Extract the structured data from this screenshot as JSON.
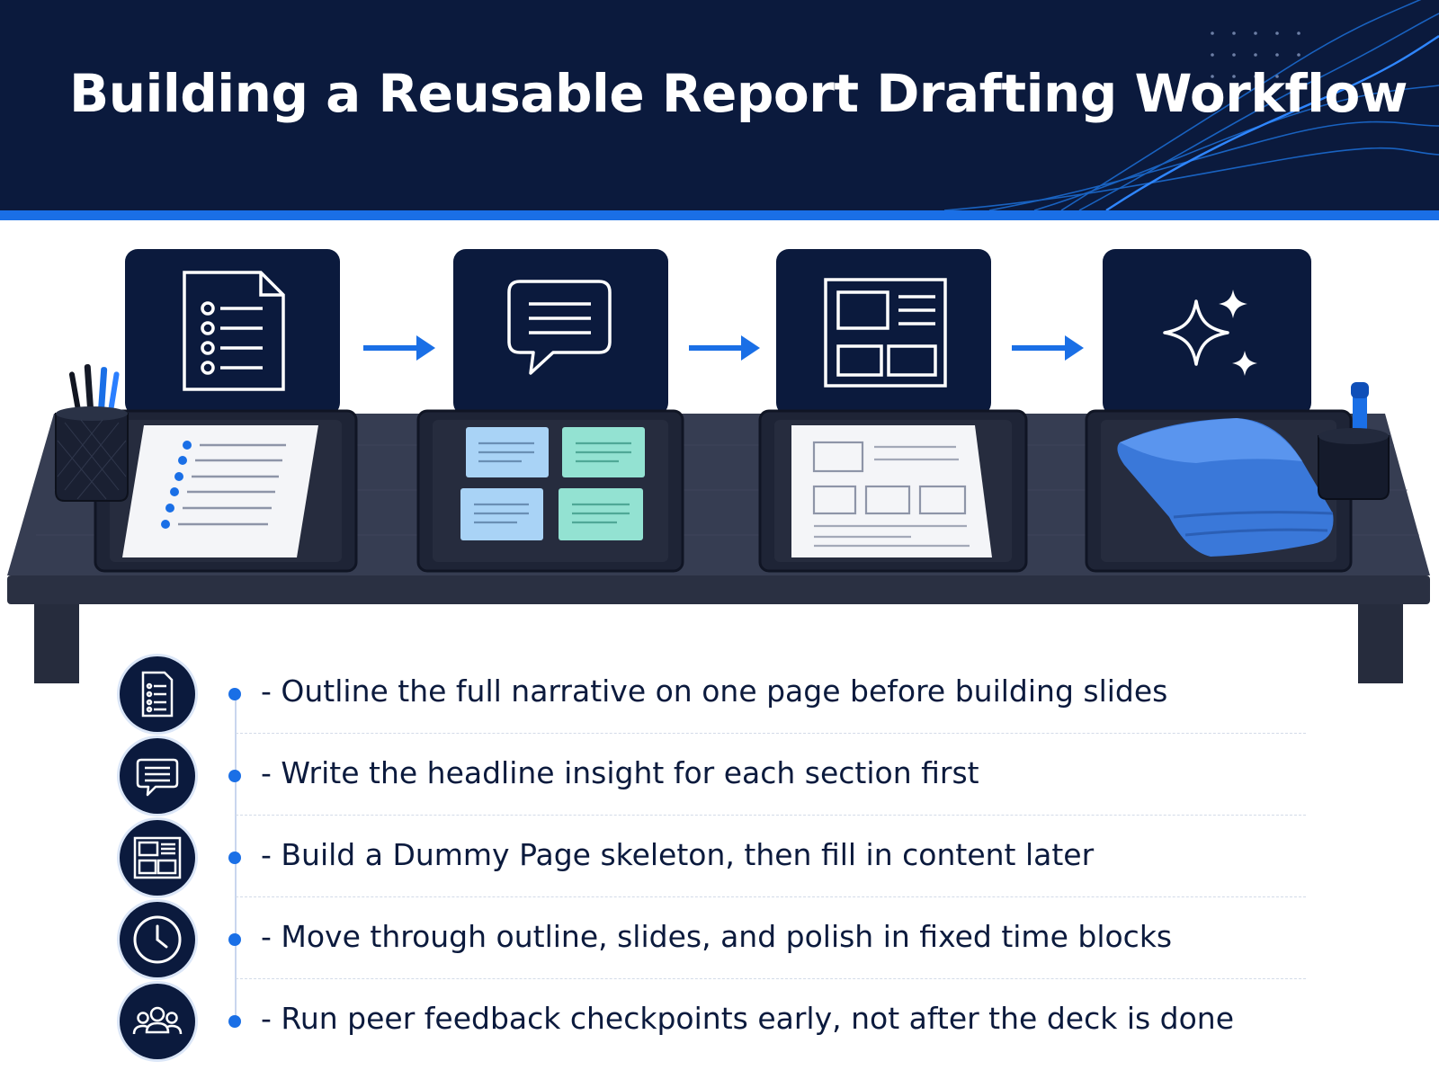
{
  "title": "Building a Reusable Report Drafting Workflow",
  "colors": {
    "navy": "#0b1a3d",
    "accent": "#1a6fe6",
    "desk": "#2e3548",
    "note_blue": "#a9d3f6",
    "note_green": "#93e2d2",
    "towel": "#3a78d9"
  },
  "workflow": {
    "stages": [
      {
        "icon": "outline-document-icon"
      },
      {
        "icon": "speech-bubble-icon"
      },
      {
        "icon": "page-layout-icon"
      },
      {
        "icon": "sparkle-icon"
      }
    ]
  },
  "steps": [
    {
      "icon": "outline-document-icon",
      "text": "- Outline the full narrative on one page before building slides"
    },
    {
      "icon": "speech-bubble-icon",
      "text": "- Write the headline insight for each section first"
    },
    {
      "icon": "page-layout-icon",
      "text": "- Build a Dummy Page skeleton, then fill in content later"
    },
    {
      "icon": "clock-icon",
      "text": "- Move through outline, slides, and polish in fixed time blocks"
    },
    {
      "icon": "people-group-icon",
      "text": "- Run peer feedback checkpoints early, not after the deck is done"
    }
  ]
}
